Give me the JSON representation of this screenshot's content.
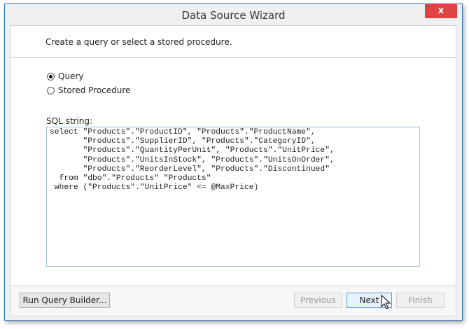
{
  "window": {
    "title": "Data Source Wizard",
    "close_label": "x"
  },
  "header": {
    "instruction": "Create a query or select a stored procedure."
  },
  "options": [
    {
      "label": "Query",
      "checked": true
    },
    {
      "label": "Stored Procedure",
      "checked": false
    }
  ],
  "sql": {
    "label": "SQL string:",
    "value": "select \"Products\".\"ProductID\", \"Products\".\"ProductName\",\n       \"Products\".\"SupplierID\", \"Products\".\"CategoryID\",\n       \"Products\".\"QuantityPerUnit\", \"Products\".\"UnitPrice\",\n       \"Products\".\"UnitsInStock\", \"Products\".\"UnitsOnOrder\",\n       \"Products\".\"ReorderLevel\", \"Products\".\"Discontinued\"\n  from \"dbo\".\"Products\" \"Products\"\n where (\"Products\".\"UnitPrice\" <= @MaxPrice)"
  },
  "footer": {
    "run_query_builder": "Run Query Builder...",
    "previous": "Previous",
    "next": "Next",
    "finish": "Finish"
  },
  "colors": {
    "window_border": "#2b79c2",
    "close_button": "#e04343",
    "next_button_border": "#5b9bd5"
  }
}
